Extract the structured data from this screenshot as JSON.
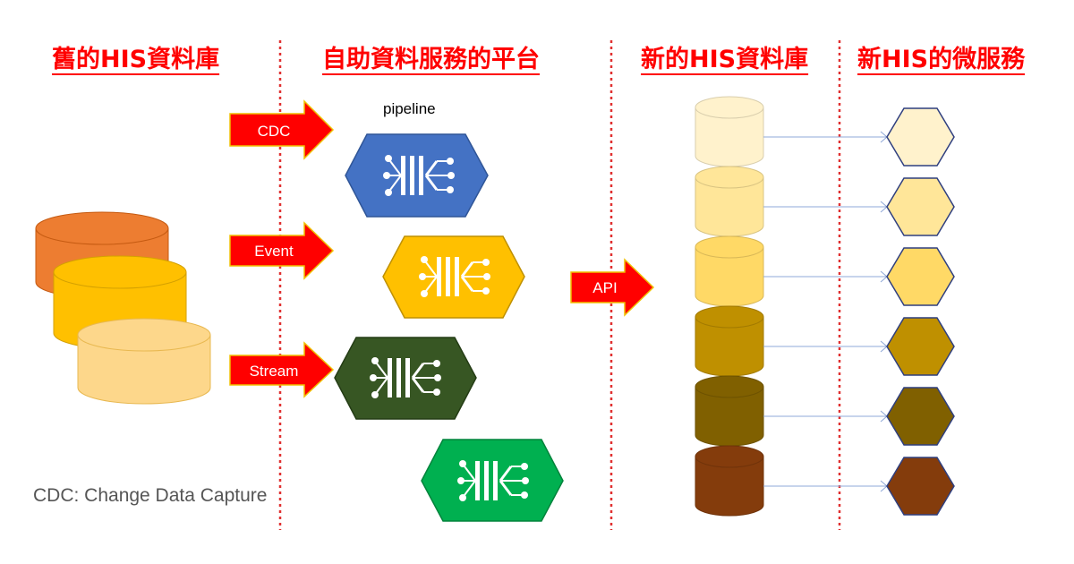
{
  "headers": {
    "old_db": "舊的HIS資料庫",
    "platform": "自助資料服務的平台",
    "new_db": "新的HIS資料庫",
    "microservices": "新HIS的微服務"
  },
  "arrows": {
    "cdc": "CDC",
    "event": "Event",
    "stream": "Stream",
    "api": "API"
  },
  "pipeline_label": "pipeline",
  "footnote": "CDC: Change Data Capture",
  "colors": {
    "header_red": "#ff0000",
    "arrow_red": "#ff0000",
    "arrow_outline": "#f0c000",
    "divider": "#e03030",
    "old_db": [
      "#ed7d31",
      "#ffc000",
      "#fdd78b"
    ],
    "pipelines": [
      "#4472c4",
      "#ffc000",
      "#375623",
      "#00b050"
    ],
    "new_db": [
      "#fff2cc",
      "#ffe699",
      "#ffd966",
      "#bf9000",
      "#806000",
      "#843c0c"
    ],
    "hex_outline": "#2f3f7f",
    "connector": "#8fa8d8"
  },
  "icons": {
    "database": "cylinder-icon",
    "pipeline": "kafka-pipeline-icon",
    "microservice": "hexagon-icon"
  }
}
